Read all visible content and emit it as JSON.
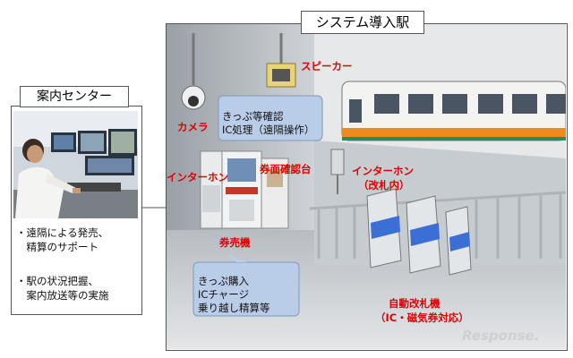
{
  "left_panel": {
    "title": "案内センター",
    "bullets": [
      [
        "・遠隔による発売、",
        "　精算のサポート"
      ],
      [
        "・駅の状況把握、",
        "　案内放送等の実施"
      ]
    ]
  },
  "right_panel": {
    "title": "システム導入駅",
    "labels": {
      "camera": "カメラ",
      "speaker": "スピーカー",
      "ticket_check_stand": "券面確認台",
      "intercom_left": "インターホン",
      "intercom_gate_1": "インターホン",
      "intercom_gate_2": "（改札内）",
      "ticket_machine": "券売機",
      "gate_1": "自動改札機",
      "gate_2": "（IC・磁気券対応）"
    },
    "callout_upper": [
      "きっぷ等確認",
      "IC処理（遠隔操作）"
    ],
    "callout_lower": [
      "きっぷ購入",
      "ICチャージ",
      "乗り越し精算等"
    ]
  },
  "watermark": "Response.",
  "colors": {
    "label_red": "#e00000",
    "gate_blue": "#3b6fd6",
    "train_orange": "#f08a1c",
    "train_green": "#2e8b57",
    "callout_fill": "#b9cce8"
  }
}
